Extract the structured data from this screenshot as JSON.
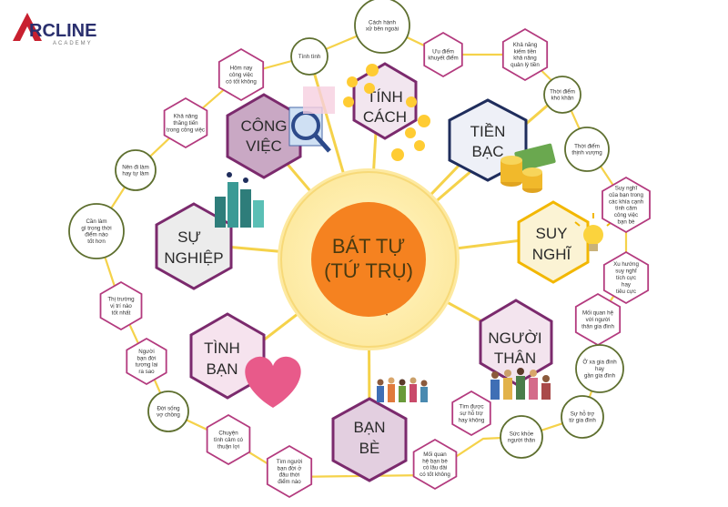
{
  "logo": {
    "brand": "RCLINE",
    "sub": "ACADEMY"
  },
  "center": {
    "line1": "BÁT TỰ",
    "line2": "(TỨ TRỤ)",
    "dot": "•"
  },
  "colors": {
    "center_fill": "#f58220",
    "halo": "#fde9a0",
    "spoke": "#f5d24a",
    "small_hex_stroke": "#b33a7e",
    "small_circle_stroke": "#5e6f2f",
    "big_hex_stroke": "#7b2a6d",
    "big_hex_stroke_navy": "#1f2d5c"
  },
  "hubs": {
    "tinh_cach": {
      "l1": "TÍNH",
      "l2": "CÁCH",
      "fill": "#f2e6ef"
    },
    "tien_bac": {
      "l1": "TIỀN",
      "l2": "BẠC",
      "fill": "#eef0f7"
    },
    "suy_nghi": {
      "l1": "SUY",
      "l2": "NGHĨ",
      "fill": "#fbf3d4"
    },
    "nguoi_than": {
      "l1": "NGƯỜI",
      "l2": "THÂN",
      "fill": "#f3e4ee"
    },
    "ban_be": {
      "l1": "BẠN",
      "l2": "BÈ",
      "fill": "#e3cfe0"
    },
    "tinh_ban": {
      "l1": "TÌNH",
      "l2": "BẠN",
      "fill": "#f6e3ee"
    },
    "su_nghiep": {
      "l1": "SỰ",
      "l2": "NGHIỆP",
      "fill": "#ececec"
    },
    "cong_viec": {
      "l1": "CÔNG",
      "l2": "VIỆC",
      "fill": "#c9a8c4"
    }
  },
  "leaves": {
    "cach_hanh_xu": [
      "Cách hành",
      "xử bên ngoài"
    ],
    "tinh_tinh": [
      "Tính tình"
    ],
    "uu_diem": [
      "Ưu điểm",
      "khuyết điểm"
    ],
    "kha_nang_kiem_tien": [
      "Khả năng",
      "kiếm tiền",
      "khả năng",
      "quản lý tiền"
    ],
    "thoi_diem_kho_khan": [
      "Thời điểm",
      "khó khăn"
    ],
    "thoi_diem_thinh_vuong": [
      "Thời điểm",
      "thịnh vượng"
    ],
    "suy_nghi_ban_trong": [
      "Suy nghĩ",
      "của bạn trong",
      "các khía cạnh",
      "tình cảm",
      "công việc",
      "bạn bè"
    ],
    "xu_huong": [
      "Xu hướng",
      "suy nghĩ",
      "tích cực",
      "hay",
      "tiêu cực"
    ],
    "moi_quan_he_nguoi_than": [
      "Mối quan hệ",
      "với người",
      "thân gia đình"
    ],
    "o_xa_gia_dinh": [
      "Ở xa gia đình",
      "hay",
      "gần gia đình"
    ],
    "su_ho_tro_gia_dinh": [
      "Sự hỗ trợ",
      "từ gia đình"
    ],
    "suc_khoe": [
      "Sức khỏe",
      "người thân"
    ],
    "tim_duoc_su_ho_tro": [
      "Tìm được",
      "sự hỗ trợ",
      "hay không"
    ],
    "moi_quan_he_ban_be": [
      "Mối quan",
      "hệ bạn bè",
      "có lâu dài",
      "có tốt không"
    ],
    "tim_nguoi_ban_doi": [
      "Tìm người",
      "bạn đời ở",
      "đâu thời",
      "điểm nào"
    ],
    "chuyen_tinh_cam": [
      "Chuyện",
      "tình cảm có",
      "thuận lợi"
    ],
    "doi_song_vo_chong": [
      "Đời sống",
      "vợ chồng"
    ],
    "nguoi_ban_doi": [
      "Người",
      "bạn đời",
      "tương lai",
      "ra sao"
    ],
    "thi_truong": [
      "Thị trường",
      "vị trí nào",
      "tốt nhất"
    ],
    "can_lam_gi": [
      "Cần làm",
      "gì trong thời",
      "điểm nào",
      "tốt hơn"
    ],
    "nen_di_lam": [
      "Nên đi làm",
      "hay tự làm"
    ],
    "kha_nang_thang_tien": [
      "Khả năng",
      "thăng tiến",
      "trong công việc"
    ],
    "hom_nay_cong_viec": [
      "Hôm nay",
      "công việc",
      "có tốt không"
    ]
  }
}
